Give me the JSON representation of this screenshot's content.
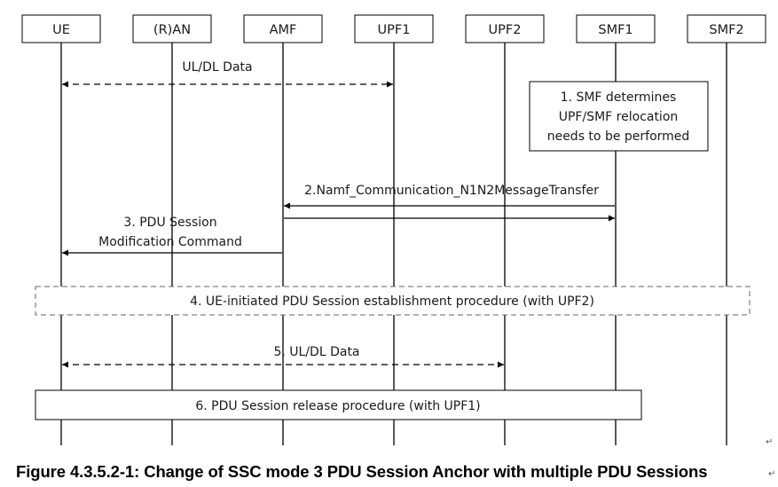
{
  "entities": [
    "UE",
    "(R)AN",
    "AMF",
    "UPF1",
    "UPF2",
    "SMF1",
    "SMF2"
  ],
  "messages": {
    "m0": "UL/DL Data",
    "m1": [
      "1. SMF determines",
      "UPF/SMF relocation",
      "needs to be performed"
    ],
    "m2": "2.Namf_Communication_N1N2MessageTransfer",
    "m3": [
      "3. PDU Session",
      "Modification Command"
    ],
    "m4": "4. UE-initiated PDU Session establishment procedure (with UPF2)",
    "m5": "5. UL/DL Data",
    "m6": "6. PDU Session release procedure (with UPF1)"
  },
  "caption": "Figure 4.3.5.2-1: Change of SSC mode 3 PDU Session Anchor with multiple PDU Sessions",
  "return_mark": "↵"
}
